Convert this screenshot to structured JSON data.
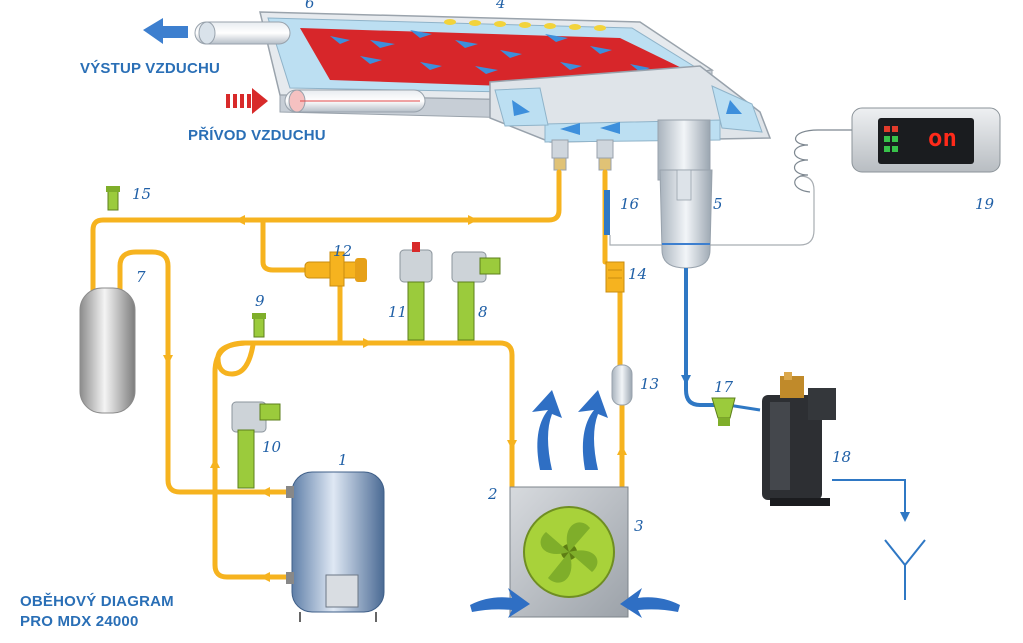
{
  "labels": {
    "air_out": "VÝSTUP VZDUCHU",
    "air_in": "PŘÍVOD VZDUCHU",
    "diagram_title_line1": "OBĚHOVÝ DIAGRAM",
    "diagram_title_line2": "PRO MDX 24000"
  },
  "controller_display": "on",
  "component_numbers": {
    "n1": "1",
    "n2": "2",
    "n3": "3",
    "n4": "4",
    "n5": "5",
    "n6": "6",
    "n7": "7",
    "n8": "8",
    "n9": "9",
    "n10": "10",
    "n11": "11",
    "n12": "12",
    "n13": "13",
    "n14": "14",
    "n15": "15",
    "n16": "16",
    "n17": "17",
    "n18": "18",
    "n19": "19"
  },
  "colors": {
    "pipe": "#f6b31f",
    "water_line": "#2f78c4",
    "label_blue": "#2a6fb6",
    "hot_air": "#d82a2a",
    "valve_green": "#9bcb3c",
    "fan_green": "#a8d23a"
  }
}
